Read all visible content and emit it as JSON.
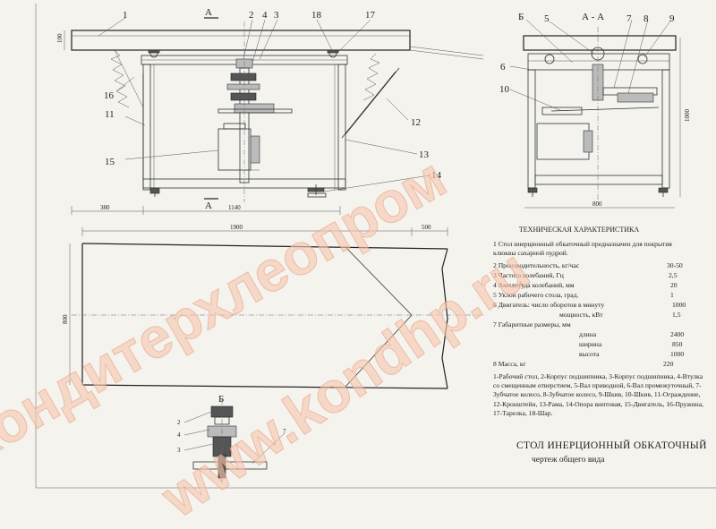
{
  "drawing": {
    "callouts": [
      "1",
      "2",
      "3",
      "4",
      "5",
      "6",
      "7",
      "8",
      "9",
      "10",
      "11",
      "12",
      "13",
      "14",
      "15",
      "16",
      "17",
      "18"
    ],
    "callout_bottom_7": "7",
    "section_marks": {
      "a_top": "А",
      "a_bottom": "А",
      "b_side": "Б",
      "aa_title": "А - А",
      "b_detail": "Б"
    },
    "dimensions": {
      "d100": "100",
      "d380": "380",
      "d1140": "1140",
      "d1000": "1000",
      "d800_side": "800",
      "d1900": "1900",
      "d500": "500",
      "d800_plan": "800"
    },
    "detail_labels": [
      "2",
      "4",
      "3"
    ]
  },
  "spec": {
    "title": "ТЕХНИЧЕСКАЯ ХАРАКТЕРИСТИКА",
    "line1a": "1 Стол инерционный обкаточный предназначен для покрытия",
    "line1b": "клюквы сахарной пудрой.",
    "rows": [
      {
        "label": "2 Производительность, кг/час",
        "value": "30-50"
      },
      {
        "label": "3 Частота колебаний, Гц",
        "value": "2,5"
      },
      {
        "label": "4 Амплитуда колебаний, мм",
        "value": "20"
      },
      {
        "label": "5 Уклон рабочего стола, град.",
        "value": "1"
      },
      {
        "label": "6 Двигатель: число оборотов в минуту",
        "value": "1000"
      },
      {
        "label": "мощность, кВт",
        "value": "1,5"
      },
      {
        "label": "7 Габаритные размеры, мм",
        "value": ""
      },
      {
        "label": "длина",
        "value": "2400"
      },
      {
        "label": "ширина",
        "value": "850"
      },
      {
        "label": "высота",
        "value": "1000"
      },
      {
        "label": "8 Масса, кг",
        "value": "220"
      }
    ]
  },
  "legend": {
    "text": "1-Рабочий стол, 2-Корпус подшипника, 3-Корпус подшипника, 4-Втулка со смещенным отверстием, 5-Вал приводной, 6-Вал промежуточный, 7-Зубчатое колесо, 8-Зубчатое колесо, 9-Шкив, 10-Шкив, 11-Ограждение, 12-Кронштейн, 13-Рама, 14-Опора винтовая, 15-Двигатель, 16-Пружина, 17-Тарелка, 18-Шар."
  },
  "title_block": {
    "title": "СТОЛ ИНЕРЦИОННЫЙ ОБКАТОЧНЫЙ",
    "subtitle": "чертеж общего вида"
  },
  "watermark": {
    "text1": "Кондитерхлеопром",
    "text2": "www.kondhp.ru"
  },
  "colors": {
    "paper": "#f4f3ee",
    "ink": "#222222",
    "watermark": "#f6c7ae"
  }
}
